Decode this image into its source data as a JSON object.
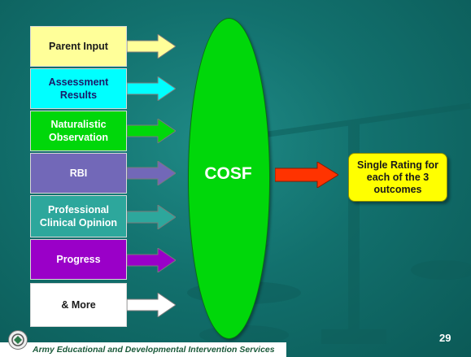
{
  "inputs": [
    {
      "label": "Parent Input",
      "bg": "#ffff99",
      "fg": "#1a1a1a"
    },
    {
      "label": "Assessment Results",
      "bg": "#00ffff",
      "fg": "#1a1a6a"
    },
    {
      "label": "Naturalistic Observation",
      "bg": "#00d70a",
      "fg": "#ffffff"
    },
    {
      "label": "RBI",
      "bg": "#7268b8",
      "fg": "#ffffff"
    },
    {
      "label": "Professional Clinical Opinion",
      "bg": "#2da79c",
      "fg": "#ffffff"
    },
    {
      "label": "Progress",
      "bg": "#9a00c8",
      "fg": "#ffffff"
    },
    {
      "label": "& More",
      "bg": "#ffffff",
      "fg": "#1a1a1a"
    }
  ],
  "center": {
    "label": "COSF",
    "color": "#00d70a"
  },
  "arrow_color": "#ff3300",
  "result": {
    "label": "Single Rating for each of the 3 outcomes",
    "color": "#ffff00"
  },
  "footer": {
    "organization": "Army Educational and Developmental Intervention Services",
    "page_number": "29"
  },
  "icons": {
    "logo": "emblem-logo-icon"
  }
}
